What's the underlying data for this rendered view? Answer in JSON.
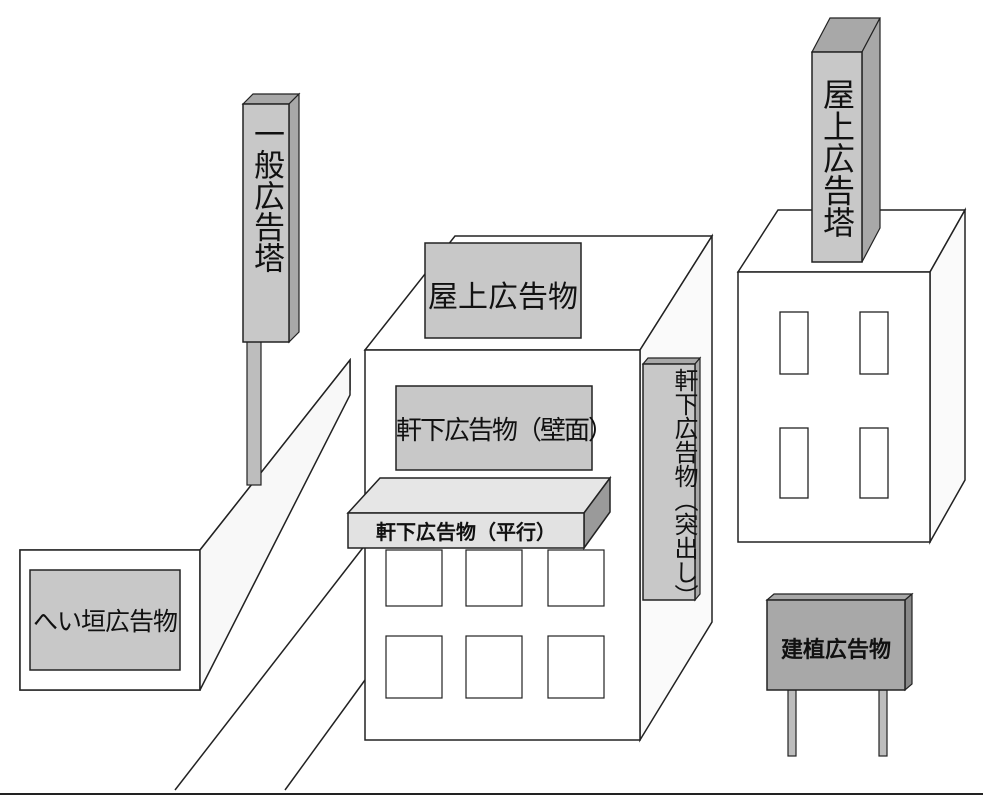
{
  "labels": {
    "general_tower": "一般広告塔",
    "rooftop_sign": "屋上広告物",
    "rooftop_tower": "屋上広告塔",
    "eaves_wall": "軒下広告物（壁面）",
    "eaves_projecting": "軒下広告物（突出し）",
    "eaves_parallel": "軒下広告物（平行）",
    "fence": "へい垣広告物",
    "standing": "建植広告物"
  },
  "colors": {
    "sign_fill": "#c8c8c8",
    "sign_fill_dark": "#a8a8a8",
    "sign_fill_light": "#e2e2e2",
    "building_fill": "#ffffff",
    "building_side": "#fafafa",
    "stroke": "#222222"
  }
}
